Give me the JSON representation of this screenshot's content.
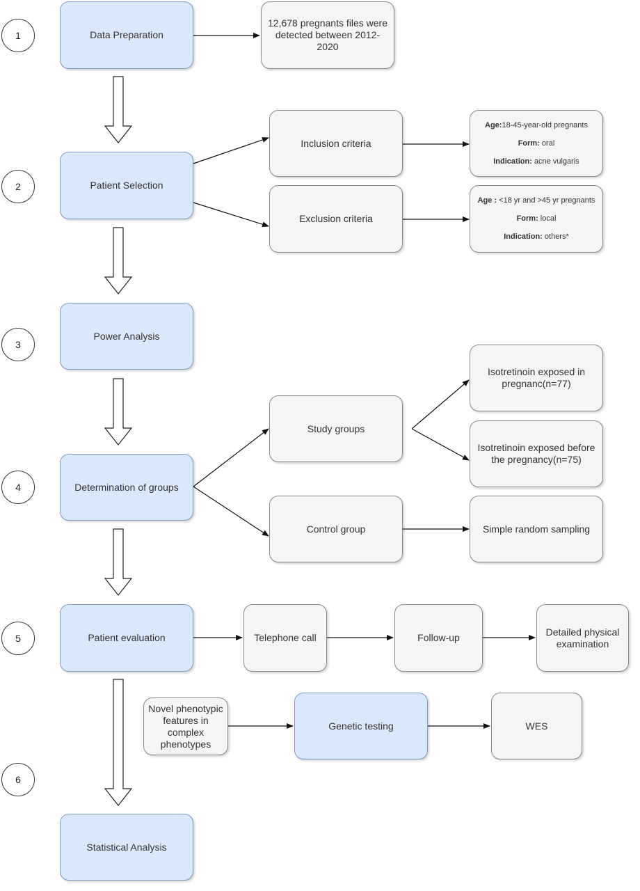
{
  "steps": {
    "s1": "1",
    "s2": "2",
    "s3": "3",
    "s4": "4",
    "s5": "5",
    "s6": "6"
  },
  "main": {
    "data_preparation": "Data Preparation",
    "patient_selection": "Patient Selection",
    "power_analysis": "Power Analysis",
    "determination_of_groups": "Determination of groups",
    "patient_evaluation": "Patient evaluation",
    "statistical_analysis": "Statistical Analysis"
  },
  "data_prep": {
    "files_detected": "12,678 pregnants files were detected between 2012-2020"
  },
  "selection": {
    "inclusion": "Inclusion criteria",
    "exclusion": "Exclusion criteria",
    "inclusion_details": {
      "age_label": "Age:",
      "age_value": "18-45-year-old pregnants",
      "form_label": "Form:",
      "form_value": " oral",
      "indication_label": "Indication:",
      "indication_value": " acne vulgaris"
    },
    "exclusion_details": {
      "age_label": "Age :",
      "age_value": " <18 yr and >45 yr pregnants",
      "form_label": "Form:",
      "form_value": " local",
      "indication_label": "Indication:",
      "indication_value": " others*"
    }
  },
  "groups": {
    "study": "Study groups",
    "control": "Control group",
    "exposed_in": "Isotretinoin exposed in pregnanc(n=77)",
    "exposed_before": "Isotretinoin exposed before the pregnancy(n=75)",
    "sampling": "Simple random sampling"
  },
  "evaluation": {
    "telephone": "Telephone call",
    "followup": "Follow-up",
    "physical": "Detailed physical examination"
  },
  "genetics": {
    "novel": "Novel phenotypic features in complex phenotypes",
    "testing": "Genetic testing",
    "wes": "WES"
  },
  "colors": {
    "main_fill": "#dae8fc",
    "side_fill": "#f5f5f5",
    "stroke": "#333333"
  }
}
